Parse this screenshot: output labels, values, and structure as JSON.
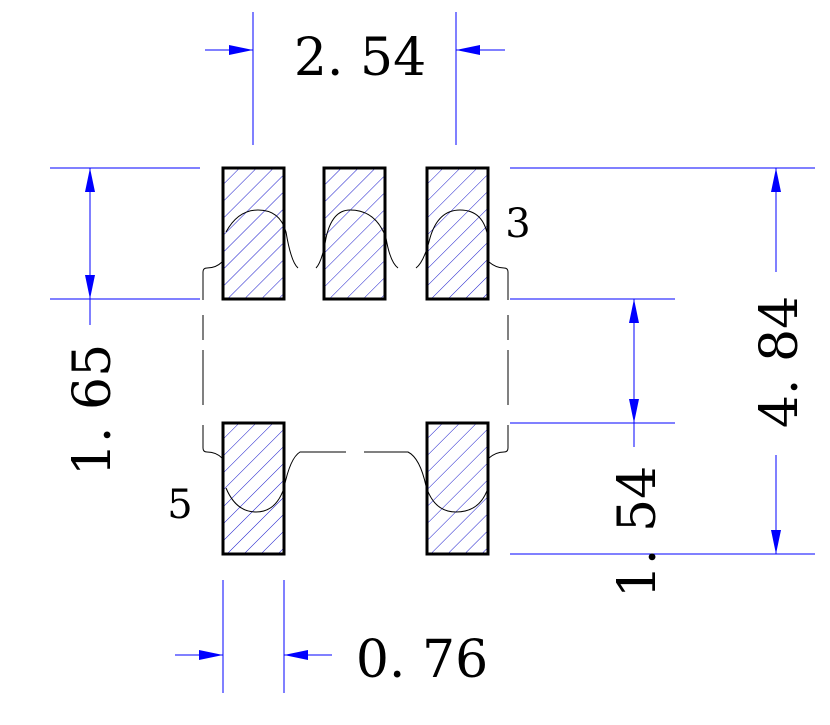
{
  "colors": {
    "dimension": "#0000ff",
    "pad_outline": "#000000",
    "hatch": "#0000cc",
    "body": "#000000"
  },
  "dimensions": {
    "pitch": "2. 54",
    "pad_height": "1. 65",
    "total_height": "4. 84",
    "gap": "1. 54",
    "pad_width": "0. 76"
  },
  "pin_labels": {
    "pin3": "3",
    "pin5": "5"
  }
}
